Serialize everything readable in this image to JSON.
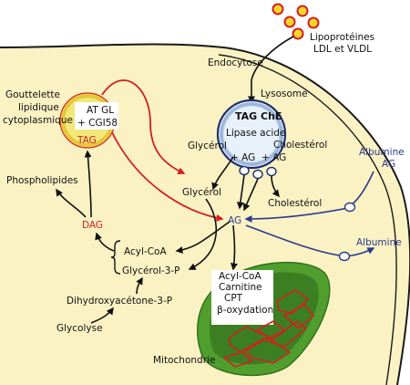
{
  "labels": {
    "lipoproteins_line1": "Lipoprotéines",
    "lipoproteins_line2": "LDL et VLDL",
    "endocytose": "Endocytose",
    "lysosome": "Lysosome",
    "tag_che": "TAG ChE",
    "lipase_acide": "Lipase acide",
    "glycerol_lys": "Glycérol",
    "cholesterol_lys": "Cholestérol",
    "ag_left": "+ AG",
    "ag_right": "+ AG",
    "droplet_line1": "Gouttelette",
    "droplet_line2": "lipidique",
    "droplet_line3": "cytoplasmique",
    "atgl": "AT GL",
    "cgi58": "+ CGI58",
    "tag_droplet": "TAG",
    "phospholipides": "Phospholipides",
    "dag": "DAG",
    "glycerol_cyt": "Glycérol",
    "cholesterol_cyt": "Cholestérol",
    "ag_center": "AG",
    "albumine_ag_1": "Albumine",
    "albumine_ag_2": "AG",
    "albumine_out": "Albumine",
    "acyl_coa": "Acyl-CoA",
    "glycerol_3p": "Glycérol-3-P",
    "dhap": "Dihydroxyacétone-3-P",
    "glycolyse": "Glycolyse",
    "mito_acyl_coa": "Acyl-CoA",
    "mito_carnitine": "Carnitine",
    "mito_cpt": "CPT",
    "mito_beta": "β-oxydation",
    "mitochondrie": "Mitochondrie"
  },
  "colors": {
    "cell_fill": "#fbf2c4",
    "cell_border": "#1a1a1a",
    "droplet_fill": "#f2e87a",
    "droplet_ring": "#d42020",
    "lysosome_fill": "#d9e7f7",
    "lysosome_ring": "#1f2f6e",
    "lipoprotein_fill": "#f5d82a",
    "lipoprotein_ring": "#d42020",
    "red_arrow": "#d42020",
    "blue_arrow": "#2a3a8c",
    "mito_fill": "#4f9e2e",
    "mito_inner": "#3b7f22",
    "mito_cristae": "#d42020",
    "black": "#111111"
  }
}
